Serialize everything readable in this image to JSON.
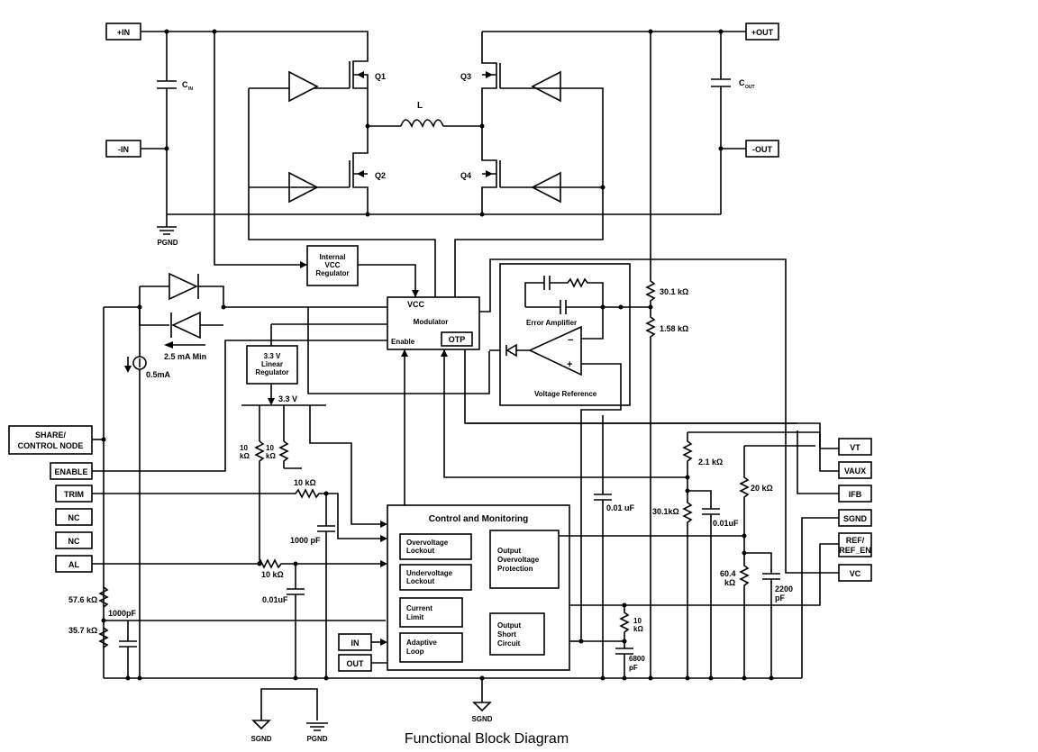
{
  "caption": "Functional Block Diagram",
  "pins": {
    "in_pos": "+IN",
    "in_neg": "-IN",
    "out_pos": "+OUT",
    "out_neg": "-OUT",
    "share": "SHARE/",
    "share2": "CONTROL NODE",
    "enable": "ENABLE",
    "trim": "TRIM",
    "nc1": "NC",
    "nc2": "NC",
    "al": "AL",
    "vt": "VT",
    "vaux": "VAUX",
    "ifb": "IFB",
    "sgnd": "SGND",
    "ref": "REF/",
    "ref2": "REF_EN",
    "vc": "VC",
    "in_box": "IN",
    "out_box": "OUT"
  },
  "grounds": {
    "pgnd_top": "PGND",
    "sgnd_bottom_left": "SGND",
    "pgnd_bottom": "PGND",
    "sgnd_center": "SGND"
  },
  "components": {
    "q1": "Q1",
    "q2": "Q2",
    "q3": "Q3",
    "q4": "Q4",
    "l": "L",
    "cin": "C",
    "cin_sub": "IN",
    "cout": "C",
    "cout_sub": "OUT"
  },
  "blocks": {
    "vcc_reg": [
      "Internal",
      "VCC",
      "Regulator"
    ],
    "lin_reg": [
      "3.3 V",
      "Linear",
      "Regulator"
    ],
    "modulator_vcc": "VCC",
    "modulator": "Modulator",
    "enable": "Enable",
    "otp": "OTP",
    "error_amp": "Error Amplifier",
    "voltage_ref": "Voltage Reference",
    "control": "Control and Monitoring",
    "ovlo": [
      "Overvoltage",
      "Lockout"
    ],
    "uvlo": [
      "Undervoltage",
      "Lockout"
    ],
    "current_limit": [
      "Current",
      "Limit"
    ],
    "adaptive": [
      "Adaptive",
      "Loop"
    ],
    "ovp": [
      "Output",
      "Overvoltage",
      "Protection"
    ],
    "osc": [
      "Output",
      "Short",
      "Circuit"
    ]
  },
  "values": {
    "rail_33": "3.3 V",
    "i25": "2.5 mA Min",
    "i05": "0.5mA",
    "r301": "30.1 kΩ",
    "r158": "1.58 kΩ",
    "r10a": "10",
    "r10a_u": "kΩ",
    "r10b": "10",
    "r10b_u": "kΩ",
    "r10trim": "10 kΩ",
    "c1000": "1000 pF",
    "r10al": "10 kΩ",
    "c001a": "0.01uF",
    "r576": "57.6 kΩ",
    "c1000b": "1000pF",
    "r357": "35.7 kΩ",
    "c001b": "0.01 uF",
    "r21": "2.1 kΩ",
    "r301b": "30.1kΩ",
    "c001c": "0.01uF",
    "r20": "20 kΩ",
    "r604": "60.4",
    "r604_u": "kΩ",
    "c2200": "2200",
    "c2200_u": "pF",
    "r10c": "10",
    "r10c_u": "kΩ",
    "c6800": "6800",
    "c6800_u": "pF"
  }
}
